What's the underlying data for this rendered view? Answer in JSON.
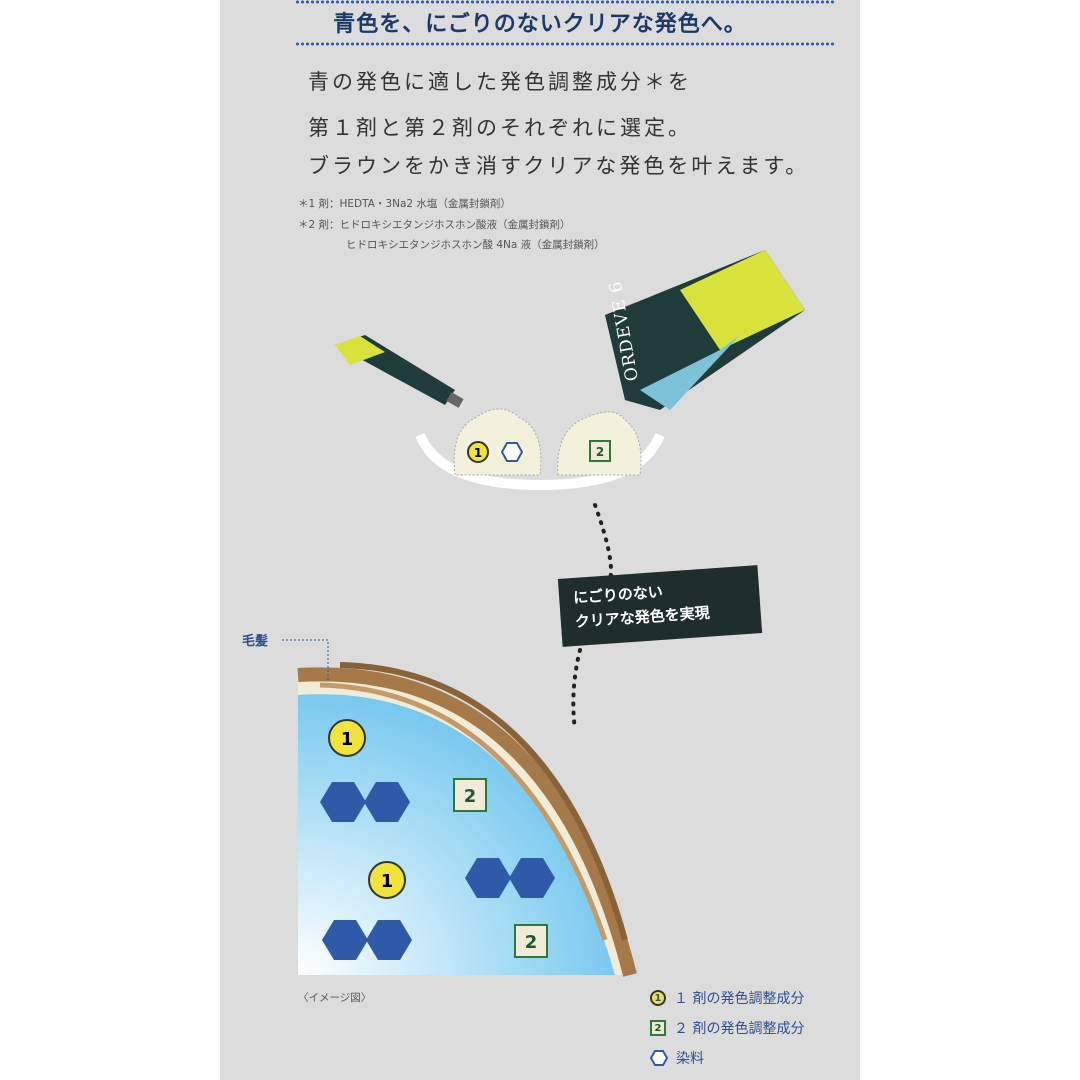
{
  "title": "青色を、にごりのないクリアな発色へ。",
  "lead": [
    "青の発色に適した発色調整成分＊を",
    "第１剤と第２剤のそれぞれに選定。",
    "ブラウンをかき消すクリアな発色を叶えます。"
  ],
  "notes": [
    "＊1 剤：HEDTA・3Na2 水塩（金属封鎖剤）",
    "＊2 剤：ヒドロキシエタンジホスホン酸液（金属封鎖剤）",
    "ヒドロキシエタンジホスホン酸 4Na 液（金属封鎖剤）"
  ],
  "product_label": "ORDEVE 6",
  "badge": [
    "にごりのない",
    "クリアな発色を実現"
  ],
  "hair_label": "毛髪",
  "image_caption": "〈イメージ図〉",
  "marker1": "1",
  "marker2": "2",
  "legend": [
    {
      "icon": "circle-1",
      "label": "１ 剤の発色調整成分"
    },
    {
      "icon": "square-2",
      "label": "２ 剤の発色調整成分"
    },
    {
      "icon": "hexagon",
      "label": "染料"
    }
  ],
  "colors": {
    "panel": "#dcdcdc",
    "title": "#1a3a6a",
    "dye": "#2f5aa8",
    "agent1": "#f0e43a",
    "agent2_border": "#2b7a3a"
  }
}
